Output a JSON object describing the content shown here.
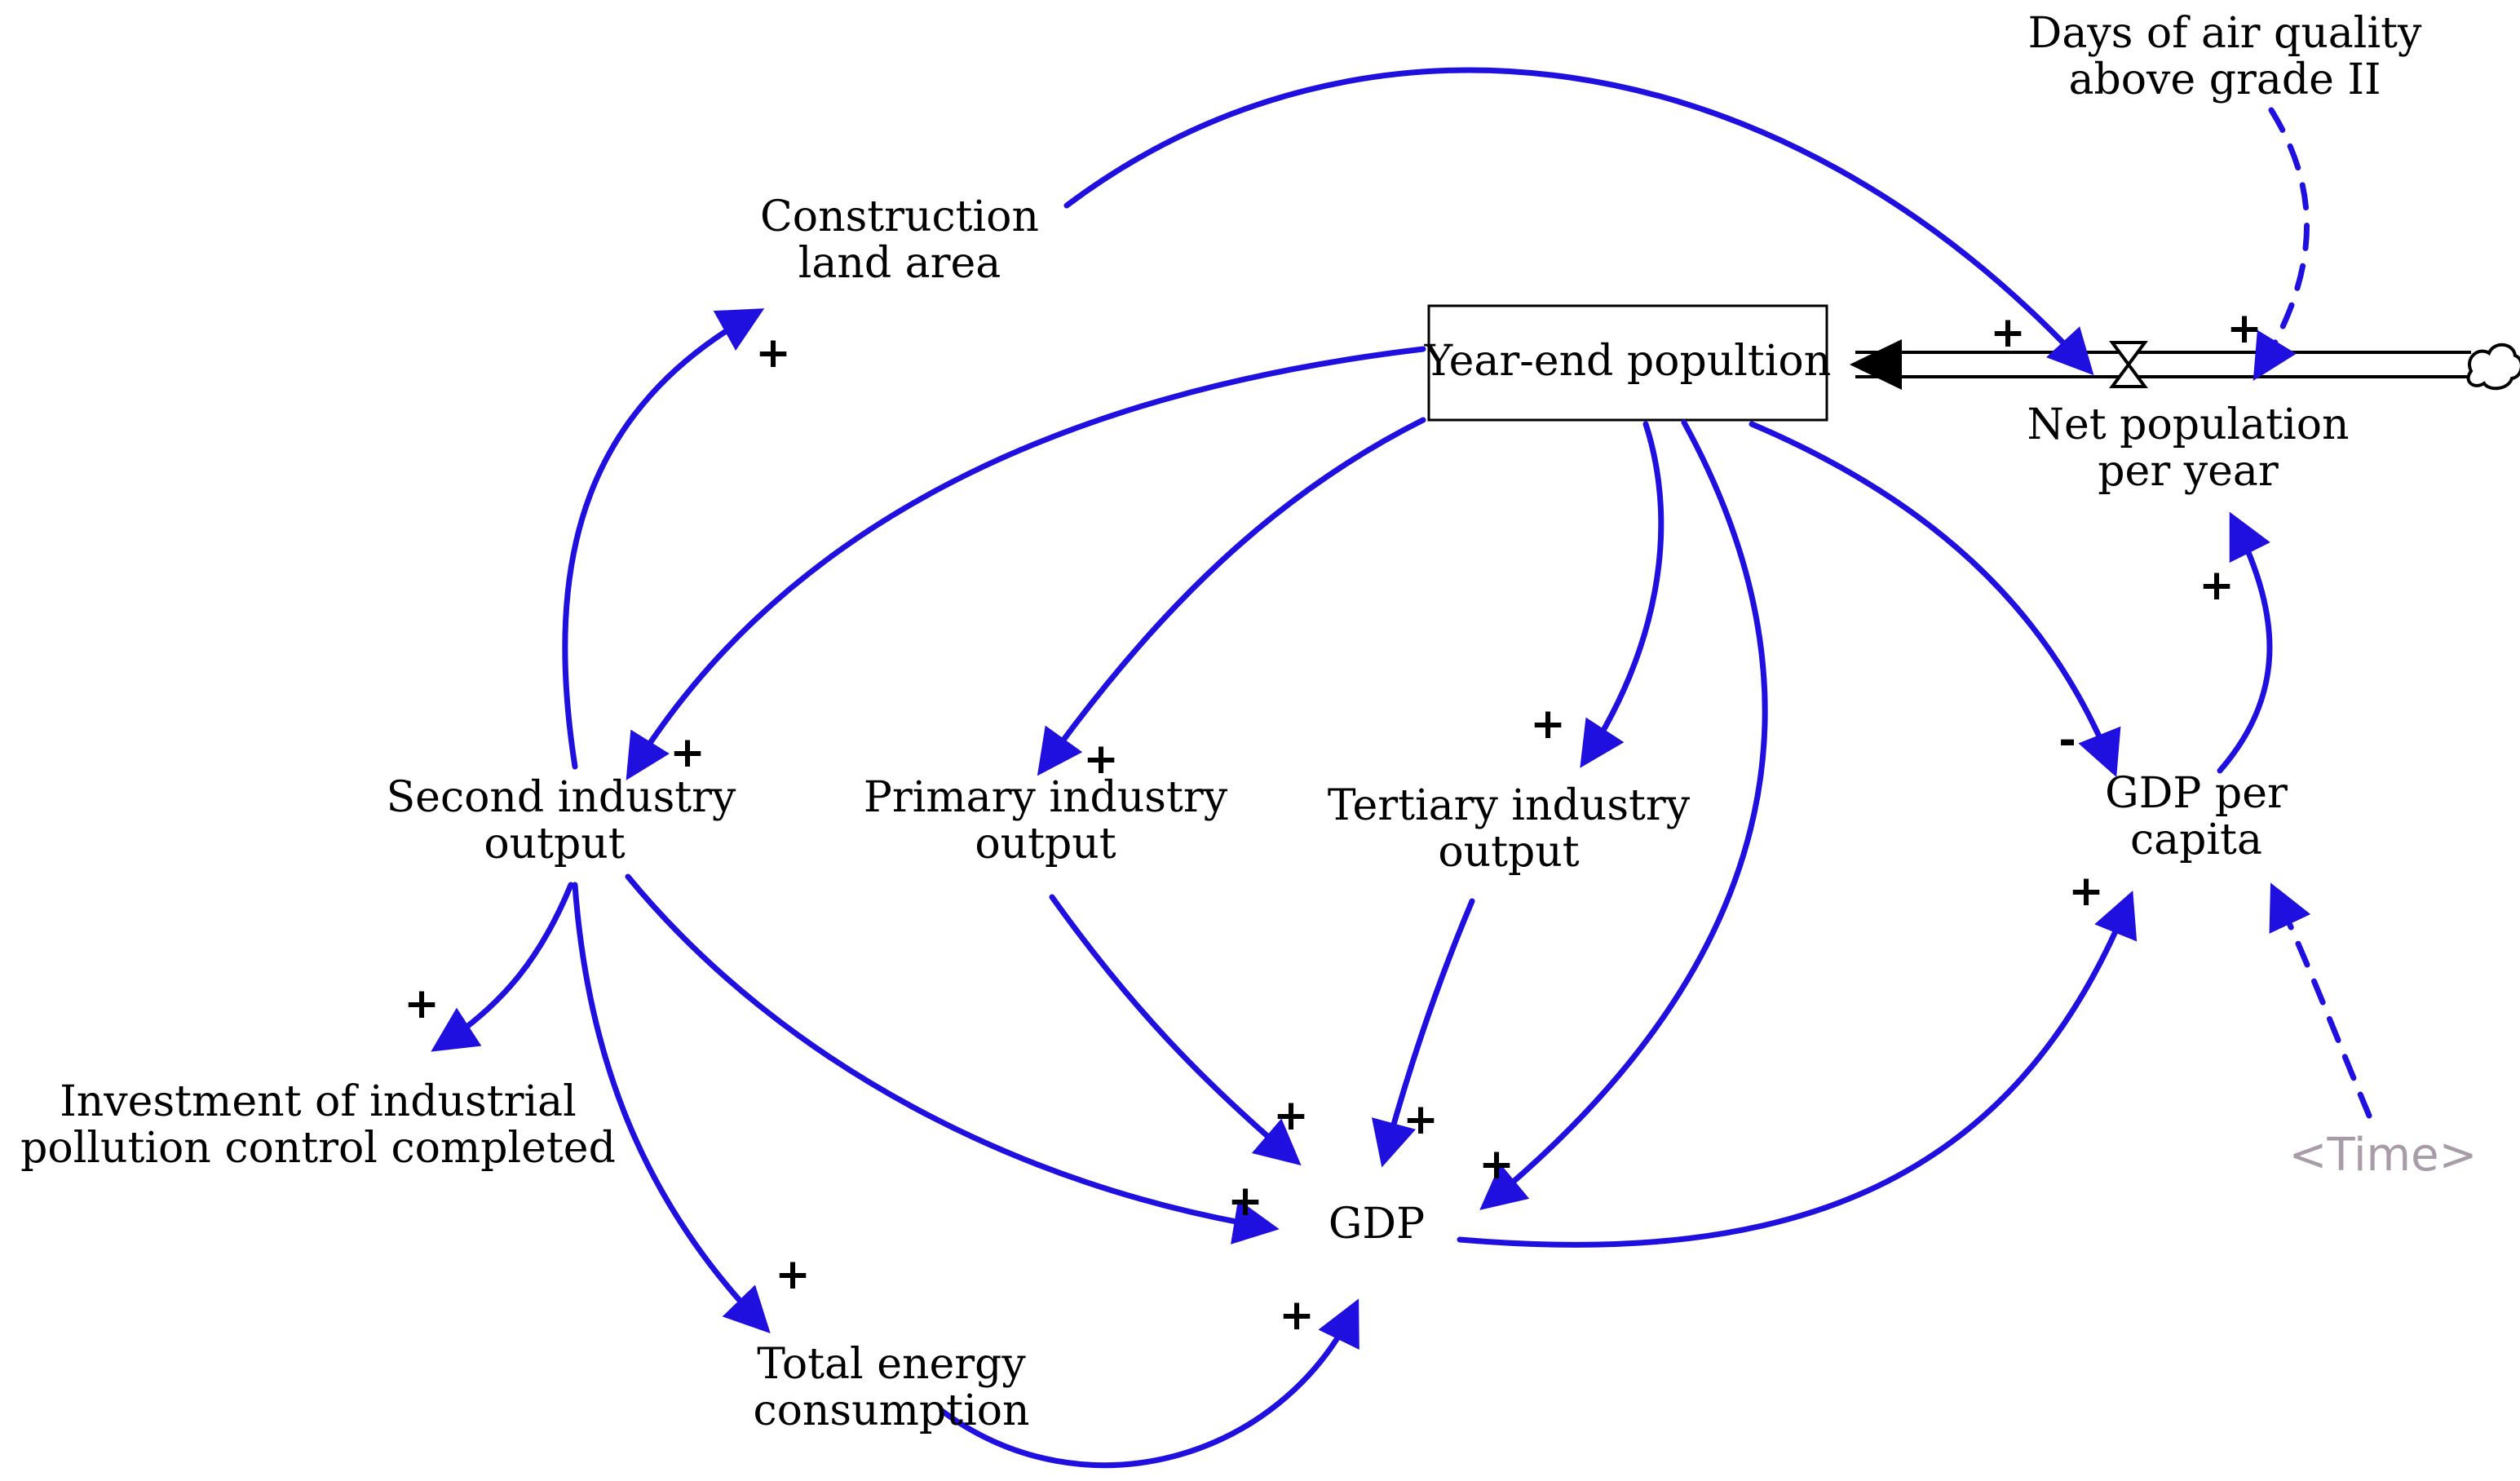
{
  "colors": {
    "link": "#1f10e0",
    "text": "#000000",
    "shadow_variable": "#a79ca8",
    "background": "#ffffff"
  },
  "stock": {
    "label": "Year-end popultion"
  },
  "flow": {
    "label_line1": "Net population",
    "label_line2": "per year",
    "source_icon": "cloud-icon",
    "valve_icon": "hourglass-valve-icon"
  },
  "variables": {
    "days_air_quality": {
      "line1": "Days of air quality",
      "line2": "above grade II"
    },
    "construction_land": {
      "line1": "Construction",
      "line2": "land area"
    },
    "second_industry": {
      "line1": "Second industry",
      "line2": "output"
    },
    "primary_industry": {
      "line1": "Primary industry",
      "line2": "output"
    },
    "tertiary_industry": {
      "line1": "Tertiary industry",
      "line2": "output"
    },
    "gdp_per_capita": {
      "line1": "GDP per",
      "line2": "capita"
    },
    "investment_pollution": {
      "line1": "Investment of industrial",
      "line2": "pollution control completed"
    },
    "gdp": {
      "label": "GDP"
    },
    "total_energy": {
      "line1": "Total energy",
      "line2": "consumption"
    },
    "time": {
      "label": "<Time>"
    }
  },
  "links": [
    {
      "from": "Construction land area",
      "to": "Net population per year",
      "polarity": "+",
      "style": "solid"
    },
    {
      "from": "Days of air quality above grade II",
      "to": "Net population per year",
      "polarity": "+",
      "style": "dashed"
    },
    {
      "from": "GDP per capita",
      "to": "Net population per year",
      "polarity": "+",
      "style": "solid"
    },
    {
      "from": "Second industry output",
      "to": "Construction land area",
      "polarity": "+",
      "style": "solid"
    },
    {
      "from": "Year-end popultion",
      "to": "Second industry output",
      "polarity": "+",
      "style": "solid"
    },
    {
      "from": "Year-end popultion",
      "to": "Primary industry output",
      "polarity": "+",
      "style": "solid"
    },
    {
      "from": "Year-end popultion",
      "to": "Tertiary industry output",
      "polarity": "+",
      "style": "solid"
    },
    {
      "from": "Year-end popultion",
      "to": "GDP",
      "polarity": "+",
      "style": "solid"
    },
    {
      "from": "Year-end popultion",
      "to": "GDP per capita",
      "polarity": "-",
      "style": "solid"
    },
    {
      "from": "Second industry output",
      "to": "Investment of industrial pollution control completed",
      "polarity": "+",
      "style": "solid"
    },
    {
      "from": "Second industry output",
      "to": "Total energy consumption",
      "polarity": "+",
      "style": "solid"
    },
    {
      "from": "Second industry output",
      "to": "GDP",
      "polarity": "+",
      "style": "solid"
    },
    {
      "from": "Primary industry output",
      "to": "GDP",
      "polarity": "+",
      "style": "solid"
    },
    {
      "from": "Tertiary industry output",
      "to": "GDP",
      "polarity": "+",
      "style": "solid"
    },
    {
      "from": "Total energy consumption",
      "to": "GDP",
      "polarity": "+",
      "style": "solid"
    },
    {
      "from": "GDP",
      "to": "GDP per capita",
      "polarity": "+",
      "style": "solid"
    },
    {
      "from": "<Time>",
      "to": "GDP per capita",
      "polarity": "",
      "style": "dashed"
    }
  ]
}
